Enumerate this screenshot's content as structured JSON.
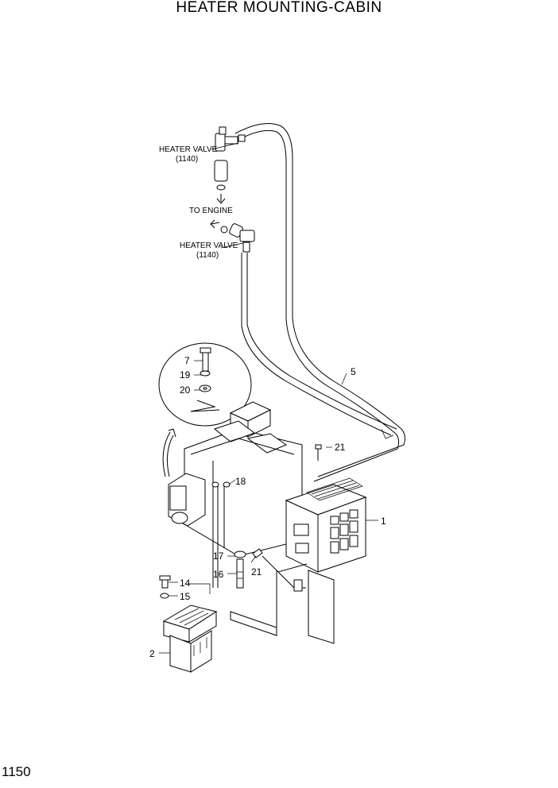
{
  "title": "HEATER MOUNTING-CABIN",
  "page_number": "1150",
  "annotations": {
    "heater_valve_top": "HEATER VALVE",
    "heater_valve_top_ref": "(1140)",
    "to_engine": "TO ENGINE",
    "heater_valve_bottom": "HEATER VALVE",
    "heater_valve_bottom_ref": "(1140)"
  },
  "callouts": {
    "p1": "1",
    "p2": "2",
    "p5": "5",
    "p7": "7",
    "p14": "14",
    "p15": "15",
    "p16": "16",
    "p17": "17",
    "p18": "18",
    "p19": "19",
    "p20": "20",
    "p21a": "21",
    "p21b": "21"
  }
}
